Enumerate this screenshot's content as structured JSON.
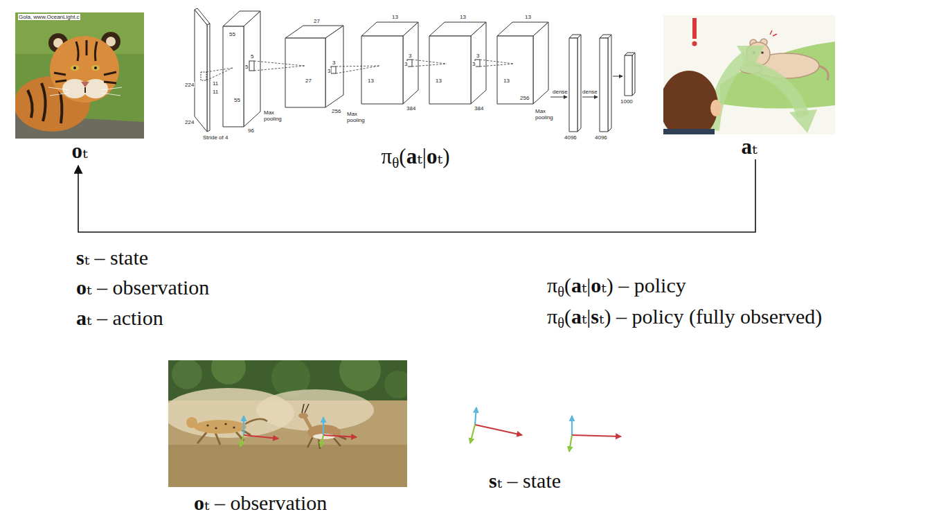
{
  "diagram": {
    "nodes": [
      {
        "text": [
          "oₜ"
        ]
      },
      {
        "text": [
          "πθ(aₜ|oₜ)"
        ]
      },
      {
        "text": [
          "aₜ"
        ]
      }
    ],
    "edges": [
      {
        "from": 2,
        "to": 0,
        "arrow": "to"
      }
    ],
    "labels": [
      "Gola, www.OceanLight.c",
      "224",
      "11",
      "11",
      "224",
      "Stride of 4",
      "55",
      "55",
      "96",
      "5",
      "5",
      "Max pooling",
      "27",
      "27",
      "256",
      "3",
      "3",
      "Max pooling",
      "13",
      "13",
      "384",
      "3",
      "3",
      "13",
      "13",
      "384",
      "3",
      "3",
      "13",
      "13",
      "256",
      "Max pooling",
      "dense",
      "dense",
      "4096",
      "4096",
      "1000",
      "sₜ – state",
      "oₜ – observation",
      "aₜ – action",
      "πθ(aₜ|oₜ) – policy",
      "πθ(aₜ|sₜ) – policy (fully observed)",
      "oₜ – observation",
      "sₜ – state"
    ]
  }
}
